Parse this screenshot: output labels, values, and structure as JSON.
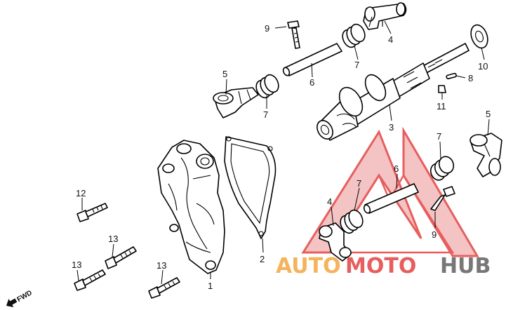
{
  "callouts": {
    "c1": "1",
    "c2": "2",
    "c3": "3",
    "c4a": "4",
    "c4b": "4",
    "c5a": "5",
    "c5b": "5",
    "c6a": "6",
    "c6b": "6",
    "c7a": "7",
    "c7b": "7",
    "c7c": "7",
    "c7d": "7",
    "c8": "8",
    "c9a": "9",
    "c9b": "9",
    "c10": "10",
    "c11": "11",
    "c12": "12",
    "c13a": "13",
    "c13b": "13",
    "c13c": "13"
  },
  "direction_marker": "FWD",
  "watermark": {
    "part1": "AUTO",
    "part2": "MOTO",
    "part3": "HUB",
    "colors": {
      "triangle": "#e23b3b",
      "auto": "#f3a33a",
      "moto": "#e23b3b",
      "hub": "#5a5a5a"
    }
  }
}
